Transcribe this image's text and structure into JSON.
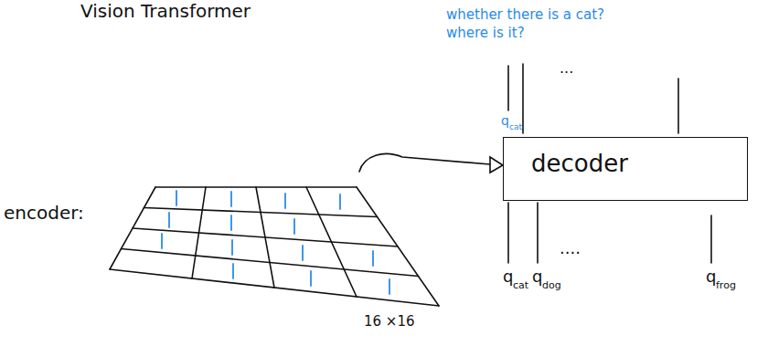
{
  "diagram": {
    "title": "Vision Transformer",
    "nodes": [
      {
        "text": [
          "decoder"
        ]
      }
    ],
    "labels": [
      "whether there is a cat?",
      "where is it?",
      "q",
      "cat",
      "...",
      "encoder:",
      "16 ×16",
      "....",
      "q",
      "cat",
      "q",
      "dog",
      "q",
      "frog"
    ]
  }
}
